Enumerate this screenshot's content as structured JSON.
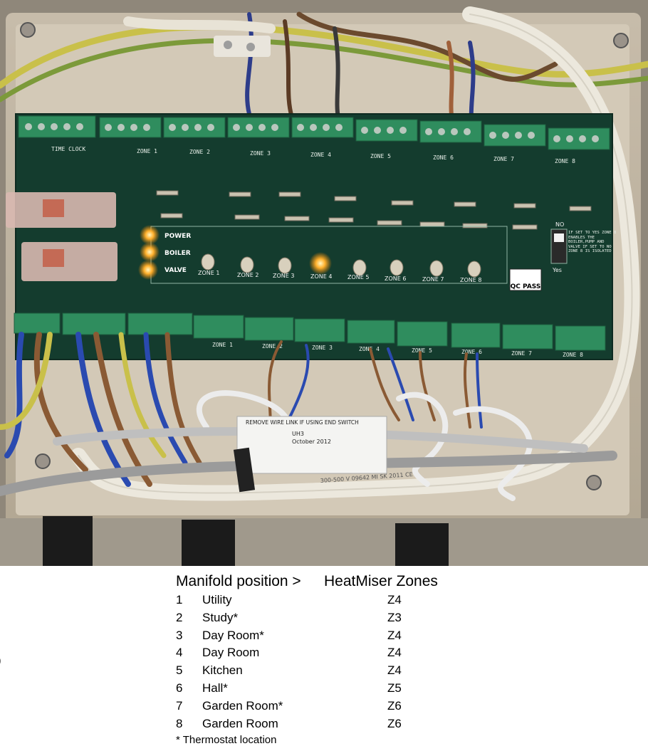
{
  "photo": {
    "pcb": {
      "top_labels": [
        "TIME CLOCK",
        "ZONE 1",
        "ZONE 2",
        "ZONE 3",
        "ZONE 4",
        "ZONE 5",
        "ZONE 6",
        "ZONE 7",
        "ZONE 8"
      ],
      "status_leds": [
        "POWER",
        "BOILER",
        "VALVE"
      ],
      "zone_leds": [
        "ZONE 1",
        "ZONE 2",
        "ZONE 3",
        "ZONE 4",
        "ZONE 5",
        "ZONE 6",
        "ZONE 7",
        "ZONE 8"
      ],
      "bottom_labels": [
        "ZONE 1",
        "ZONE 2",
        "ZONE 3",
        "ZONE 4",
        "ZONE 5",
        "ZONE 6",
        "ZONE 7",
        "ZONE 8"
      ],
      "qc_stamp": "QC PASS",
      "switch_note": "IF SET TO YES ZONE 8 ENABLES THE BOILER,PUMP AND VALVE IF SET TO NO ZONE 8 IS ISOLATED",
      "switch_no": "NO",
      "switch_yes": "Yes"
    },
    "sticker": {
      "header": "REMOVE WIRE LINK IF USING END SWITCH",
      "model": "UH3",
      "date": "October 2012"
    },
    "cable_print": "300-500 V 09642 MI SK 2011 CE",
    "lit_leds": [
      "POWER",
      "BOILER",
      "VALVE",
      "ZONE 4"
    ]
  },
  "table": {
    "header_left": "Manifold position >",
    "header_right": "HeatMiser Zones",
    "rows": [
      {
        "position": "1",
        "location": "Utility",
        "zone": "Z4"
      },
      {
        "position": "2",
        "location": "Study*",
        "zone": "Z3"
      },
      {
        "position": "3",
        "location": "Day Room*",
        "zone": "Z4"
      },
      {
        "position": "4",
        "location": "Day Room",
        "zone": "Z4"
      },
      {
        "position": "5",
        "location": "Kitchen",
        "zone": "Z4"
      },
      {
        "position": "6",
        "location": "Hall*",
        "zone": "Z5"
      },
      {
        "position": "7",
        "location": "Garden Room*",
        "zone": "Z6"
      },
      {
        "position": "8",
        "location": "Garden Room",
        "zone": "Z6"
      }
    ],
    "footnote": "* Thermostat location"
  },
  "left_mark": ")"
}
